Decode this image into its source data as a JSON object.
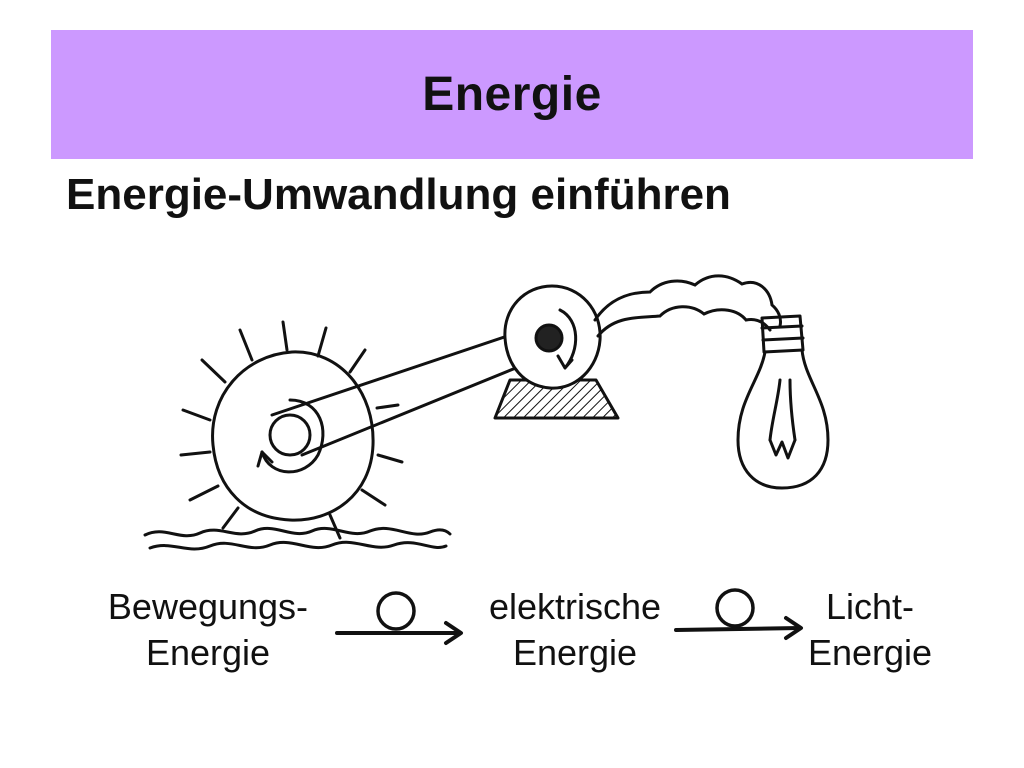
{
  "slide": {
    "title": "Energie",
    "subtitle": "Energie-Umwandlung einführen",
    "accent_color": "#cc99ff"
  },
  "illustration": {
    "icons": [
      "water-wheel-icon",
      "generator-icon",
      "cable-icon",
      "light-bulb-icon"
    ]
  },
  "conversion_chain": [
    {
      "line1": "Bewegungs-",
      "line2": "Energie"
    },
    {
      "line1": "elektrische",
      "line2": "Energie"
    },
    {
      "line1": "Licht-",
      "line2": "Energie"
    }
  ]
}
